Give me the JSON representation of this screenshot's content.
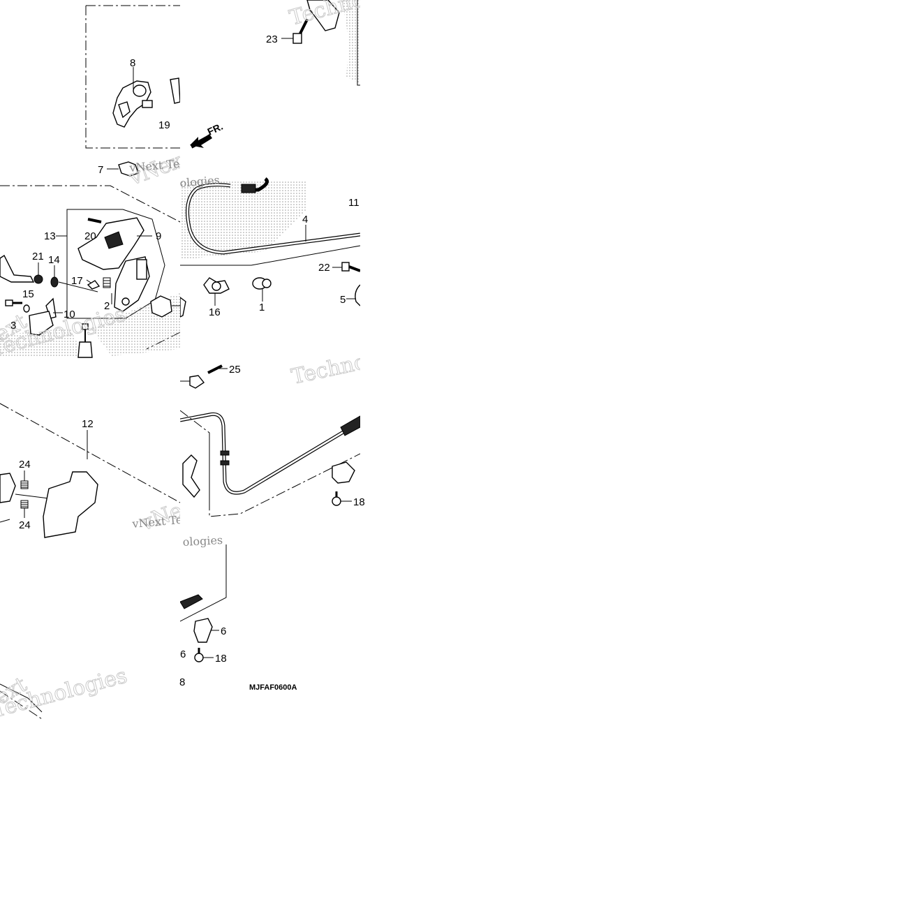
{
  "diagram": {
    "drawing_code": "MJFAF0600A",
    "front_marker": "FR.",
    "watermarks": [
      "vNext Technologies",
      "Techno",
      "vNext Tec",
      "Technologies"
    ],
    "callouts": [
      {
        "id": "c8a",
        "text": "8"
      },
      {
        "id": "c19",
        "text": "19"
      },
      {
        "id": "c23",
        "text": "23"
      },
      {
        "id": "c7",
        "text": "7"
      },
      {
        "id": "c11",
        "text": "11"
      },
      {
        "id": "c13",
        "text": "13"
      },
      {
        "id": "c20",
        "text": "20"
      },
      {
        "id": "c9",
        "text": "9"
      },
      {
        "id": "c4",
        "text": "4"
      },
      {
        "id": "c21",
        "text": "21"
      },
      {
        "id": "c14",
        "text": "14"
      },
      {
        "id": "c22",
        "text": "22"
      },
      {
        "id": "c17",
        "text": "17"
      },
      {
        "id": "c15",
        "text": "15"
      },
      {
        "id": "c2",
        "text": "2"
      },
      {
        "id": "c16",
        "text": "16"
      },
      {
        "id": "c1",
        "text": "1"
      },
      {
        "id": "c5",
        "text": "5"
      },
      {
        "id": "c10",
        "text": "10"
      },
      {
        "id": "c3",
        "text": "3"
      },
      {
        "id": "c25",
        "text": "25"
      },
      {
        "id": "c12",
        "text": "12"
      },
      {
        "id": "c24a",
        "text": "24"
      },
      {
        "id": "c24b",
        "text": "24"
      },
      {
        "id": "c18a",
        "text": "18"
      },
      {
        "id": "c6a",
        "text": "6"
      },
      {
        "id": "c6b",
        "text": "6"
      },
      {
        "id": "c18b",
        "text": "18"
      },
      {
        "id": "c8b",
        "text": "8"
      }
    ]
  }
}
